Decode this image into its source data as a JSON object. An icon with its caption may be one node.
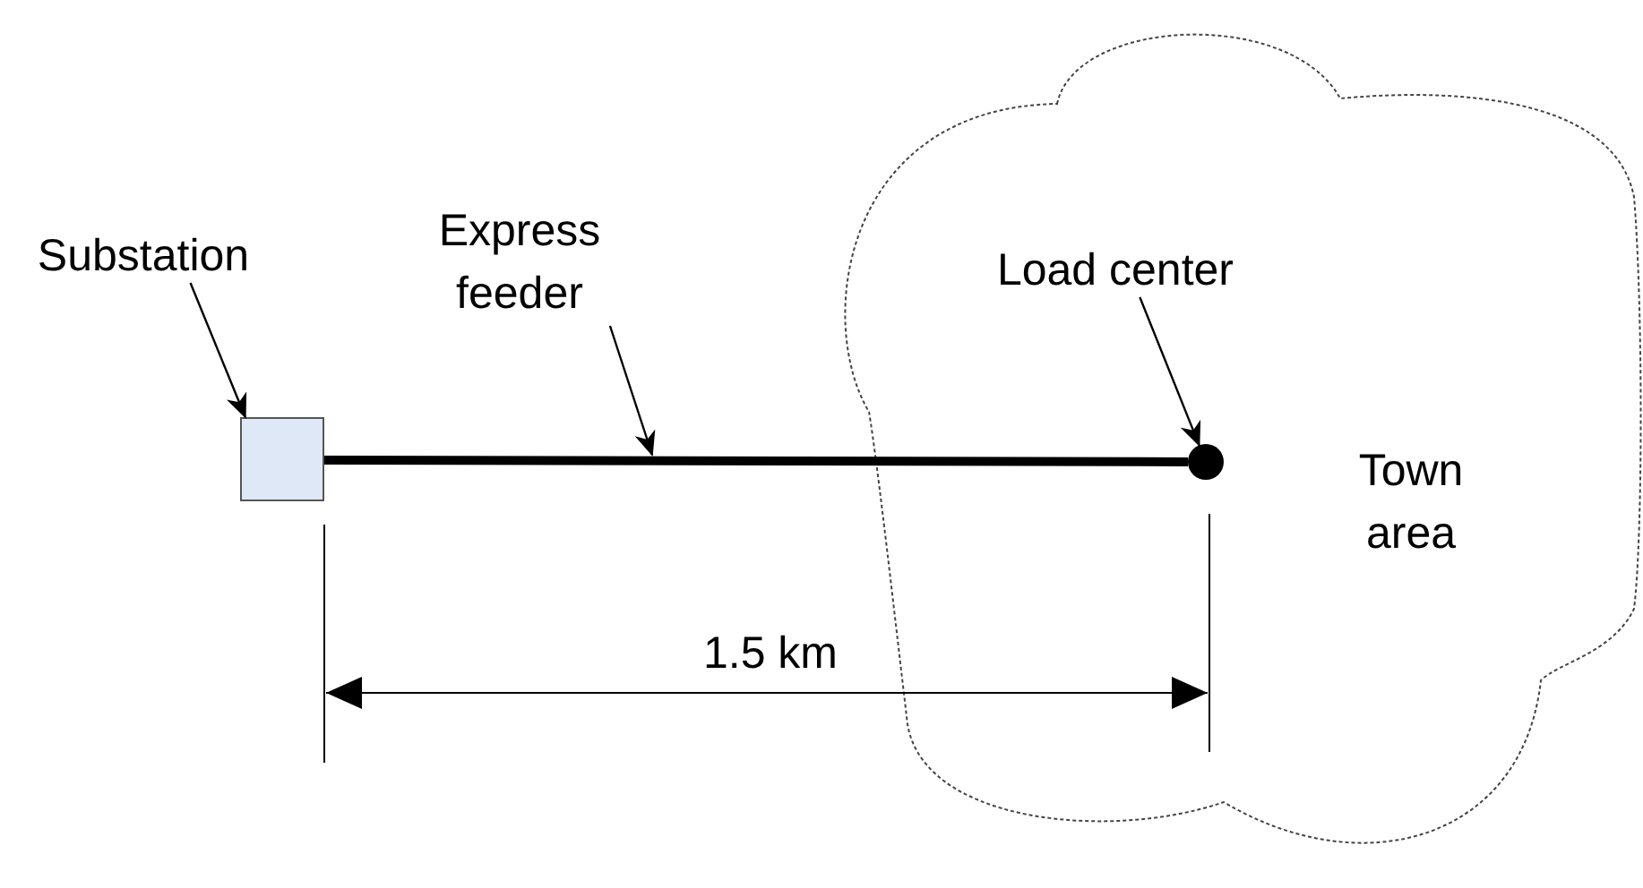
{
  "diagram": {
    "nodes": [
      {
        "text": [
          "Substation"
        ]
      },
      {
        "text": [],
        "shape": "box"
      },
      {
        "text": [
          "Express feeder"
        ]
      },
      {
        "text": [
          "Town area"
        ]
      },
      {
        "text": [
          "Load center"
        ],
        "in": 3
      },
      {
        "text": [],
        "shape": "circle",
        "in": 3
      }
    ],
    "edges": [
      {
        "from": 0,
        "to": 1,
        "arrow": "to"
      },
      {
        "from": 1,
        "to": 5,
        "arrow": "none",
        "style": "thick"
      },
      {
        "from": 2,
        "to": null,
        "arrow": "to"
      },
      {
        "from": 4,
        "to": 5,
        "arrow": "to"
      }
    ],
    "labels": [
      "1.5 km"
    ]
  }
}
